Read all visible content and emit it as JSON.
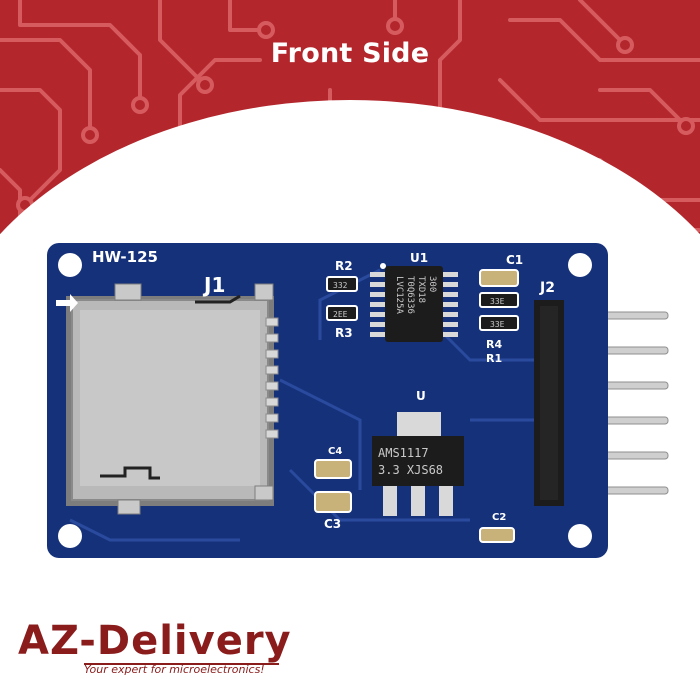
{
  "heading": "Front Side",
  "brand": {
    "name": "AZ-Delivery",
    "tagline": "Your expert for microelectronics!"
  },
  "board": {
    "name": "HW-125",
    "labels": {
      "j1": "J1",
      "j2": "J2",
      "u1": "U1",
      "u": "U",
      "r1": "R1",
      "r2": "R2",
      "r3": "R3",
      "r4": "R4",
      "c1": "C1",
      "c2": "C2",
      "c3": "C3",
      "c4": "C4"
    },
    "u1_marking": [
      "LVC125A",
      "T0Q6336",
      "TXD18",
      "300"
    ],
    "regulator_marking": [
      "AMS1117",
      "3.3  XJS68"
    ],
    "resistor_codes": [
      "332",
      "2EE",
      "33E",
      "33E"
    ],
    "colors": {
      "background_red": "#b3262c",
      "board_blue": "#15317a",
      "brand": "#8a1c1c"
    }
  }
}
